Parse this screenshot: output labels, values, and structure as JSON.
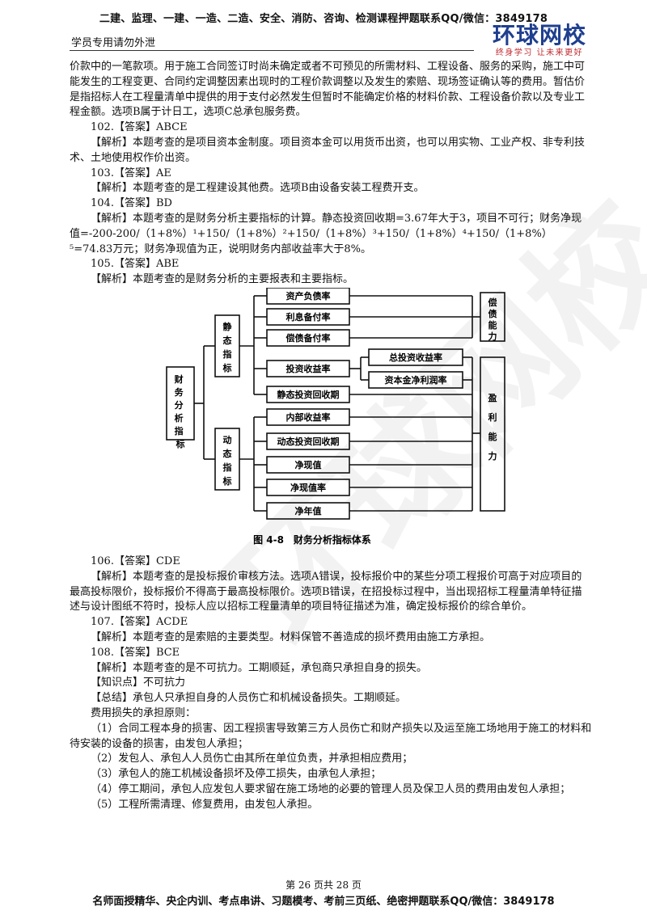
{
  "header": {
    "banner": "二建、监理、一建、一造、二造、安全、消防、咨询、检测课程押题联系QQ/微信：3849178",
    "note": "学员专用请勿外泄",
    "logo_title": "环球网校",
    "logo_slogan": "终身学习 让未来更好"
  },
  "watermark": "环球网校",
  "paragraphs": {
    "p1": "价款中的一笔款项。用于施工合同签订时尚未确定或者不可预见的所需材料、工程设备、服务的采购，施工中可能发生的工程变更、合同约定调整因素出现时的工程价款调整以及发生的索赔、现场签证确认等的费用。暂估价是指招标人在工程量清单中提供的用于支付必然发生但暂时不能确定价格的材料价款、工程设备价款以及专业工程金额。选项B属于计日工，选项C总承包服务费。",
    "a102": "102.【答案】ABCE",
    "e102": "【解析】本题考查的是项目资本金制度。项目资本金可以用货币出资，也可以用实物、工业产权、非专利技术、土地使用权作价出资。",
    "a103": "103.【答案】AE",
    "e103": "【解析】本题考查的是工程建设其他费。选项B由设备安装工程费开支。",
    "a104": "104.【答案】BD",
    "e104": "【解析】本题考查的是财务分析主要指标的计算。静态投资回收期=3.67年大于3，项目不可行；财务净现值=-200-200/（1+8%）¹+150/（1+8%）²+150/（1+8%）³+150/（1+8%）⁴+150/（1+8%）⁵=74.83万元；财务净现值为正，说明财务内部收益率大于8%。",
    "a105": "105.【答案】ABE",
    "e105": "【解析】本题考查的是财务分析的主要报表和主要指标。",
    "a106": "106.【答案】CDE",
    "e106": "【解析】本题考查的是投标报价审核方法。选项A错误，投标报价中的某些分项工程报价可高于对应项目的最高投标限价，投标报价不得高于最高投标限价。选项B错误，在招投标过程中，当出现招标工程量清单特征描述与设计图纸不符时，投标人应以招标工程量清单的项目特征描述为准，确定投标报价的综合单价。",
    "a107": "107.【答案】ACDE",
    "e107": "【解析】本题考查的是索赔的主要类型。材料保管不善造成的损坏费用由施工方承担。",
    "a108": "108.【答案】BCE",
    "e108": "【解析】本题考查的是不可抗力。工期顺延，承包商只承担自身的损失。",
    "k108": "【知识点】不可抗力",
    "s108": "【总结】承包人只承担自身的人员伤亡和机械设备损失。工期顺延。",
    "rule_intro": "费用损失的承担原则：",
    "rules": [
      "（1）合同工程本身的损害、因工程损害导致第三方人员伤亡和财产损失以及运至施工场地用于施工的材料和待安装的设备的损害，由发包人承担；",
      "（2）发包人、承包人人员伤亡由其所在单位负责，并承担相应费用；",
      "（3）承包人的施工机械设备损坏及停工损失，由承包人承担；",
      "（4）停工期间，承包人应发包人要求留在施工场地的必要的管理人员及保卫人员的费用由发包人承担；",
      "（5）工程所需清理、修复费用，由发包人承担。"
    ]
  },
  "diagram": {
    "root": "财务分析指标",
    "static_group": "静态指标",
    "dynamic_group": "动态指标",
    "static_items": [
      "资产负债率",
      "利息备付率",
      "偿债备付率",
      "投资收益率",
      "静态投资回收期"
    ],
    "roi_children": [
      "总投资收益率",
      "资本金净利润率"
    ],
    "dynamic_items": [
      "内部收益率",
      "动态投资回收期",
      "净现值",
      "净现值率",
      "净年值"
    ],
    "right_top": "偿债能力",
    "right_bottom": "盈利能力",
    "caption": "图 4-8　财务分析指标体系"
  },
  "footer": {
    "page": "第 26 页共 28 页",
    "banner": "名师面授精华、央企内训、考点串讲、习题模考、考前三页纸、绝密押题联系QQ/微信：3849178"
  }
}
